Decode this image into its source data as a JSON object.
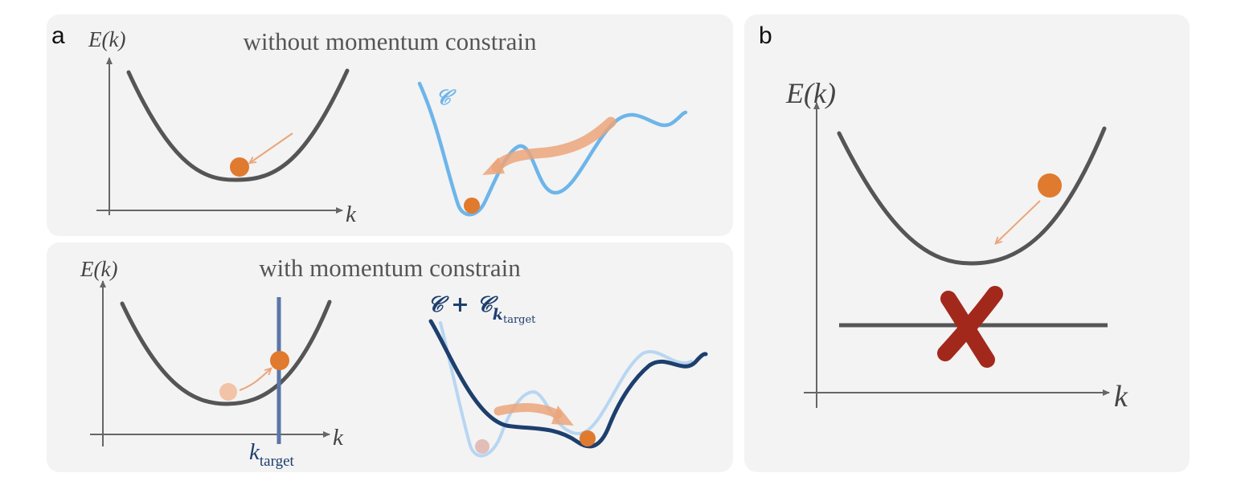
{
  "panel_a": {
    "label": "a",
    "top": {
      "title": "without momentum constrain",
      "y_label": "E(k)",
      "x_label": "k",
      "landscape_label": "𝒞"
    },
    "bottom": {
      "title": "with momentum constrain",
      "y_label": "E(k)",
      "x_label": "k",
      "k_target_main": "k",
      "k_target_sub": "target",
      "landscape_label_main": "𝒞 + 𝒞",
      "landscape_label_sub_k": "k",
      "landscape_label_sub_target": "target"
    }
  },
  "panel_b": {
    "label": "b",
    "y_label": "E(k)",
    "x_label": "k"
  },
  "colors": {
    "curve": "#555555",
    "axis": "#666666",
    "ball": "#e07a2e",
    "ball_faded": "#f2c3a6",
    "arrow": "#eba57a",
    "light_blue": "#6db5ea",
    "dark_blue": "#1d3f6e",
    "target_line": "#5a76a8",
    "cross": "#a3281c"
  }
}
